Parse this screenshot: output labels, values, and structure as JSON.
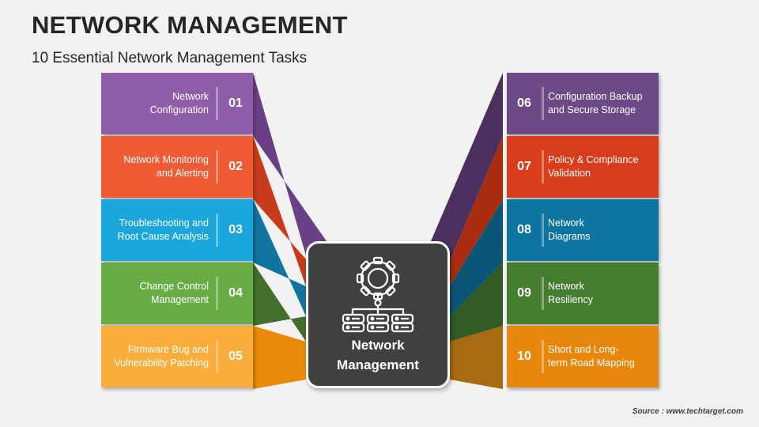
{
  "header": {
    "title": "NETWORK MANAGEMENT",
    "subtitle": "10 Essential Network Management Tasks"
  },
  "center": {
    "line1": "Network",
    "line2": "Management",
    "icon": "gear-network-servers-icon",
    "color": "#404040"
  },
  "tasks_left": [
    {
      "number": "01",
      "line1": "Network",
      "line2": "Configuration",
      "color": "#8e5ea9",
      "wedge": "#6b3f85"
    },
    {
      "number": "02",
      "line1": "Network Monitoring",
      "line2": "and Alerting",
      "color": "#ef5b35",
      "wedge": "#c73a1b"
    },
    {
      "number": "03",
      "line1": "Troubleshooting and",
      "line2": "Root Cause Analysis",
      "color": "#1ba7dc",
      "wedge": "#10749e"
    },
    {
      "number": "04",
      "line1": "Change Control",
      "line2": "Management",
      "color": "#67ac44",
      "wedge": "#426f2c"
    },
    {
      "number": "05",
      "line1": "Firmware Bug and",
      "line2": "Vulnerability Patching",
      "color": "#f9ae3b",
      "wedge": "#e98a0a"
    }
  ],
  "tasks_right": [
    {
      "number": "06",
      "line1": "Configuration Backup",
      "line2": "and Secure Storage",
      "color": "#6c4a85",
      "wedge": "#4b2f5e"
    },
    {
      "number": "07",
      "line1": "Policy & Compliance",
      "line2": "Validation",
      "color": "#da3d1b",
      "wedge": "#a92c10"
    },
    {
      "number": "08",
      "line1": "Network",
      "line2": "Diagrams",
      "color": "#0d75a0",
      "wedge": "#0a5677"
    },
    {
      "number": "09",
      "line1": "Network",
      "line2": "Resiliency",
      "color": "#457e31",
      "wedge": "#325c23"
    },
    {
      "number": "10",
      "line1": "Short and Long-",
      "line2": "term Road Mapping",
      "color": "#e7870b",
      "wedge": "#a86a13"
    }
  ],
  "footer": {
    "source": "Source : www.techtarget.com"
  }
}
